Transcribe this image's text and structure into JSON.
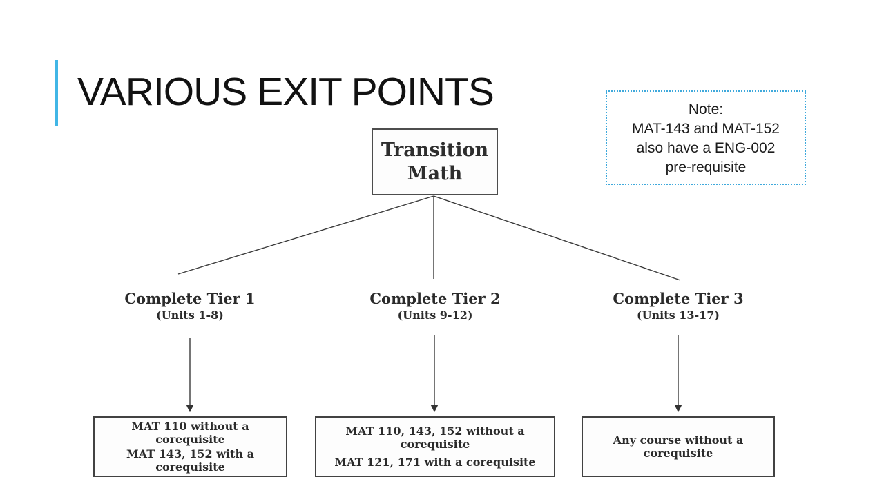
{
  "slide": {
    "title": "VARIOUS EXIT POINTS"
  },
  "note": {
    "lines": [
      "Note:",
      "MAT-143 and MAT-152",
      "also have a ENG-002",
      "pre-requisite"
    ]
  },
  "diagram": {
    "root": {
      "lines": [
        "Transition",
        "Math"
      ]
    },
    "tiers": [
      {
        "title": "Complete Tier 1",
        "units": "(Units 1-8)",
        "outcomes": [
          "MAT 110 without a corequisite",
          "MAT 143, 152 with a corequisite"
        ]
      },
      {
        "title": "Complete Tier 2",
        "units": "(Units 9-12)",
        "outcomes": [
          "MAT 110, 143, 152 without a corequisite",
          "MAT 121, 171 with a corequisite"
        ]
      },
      {
        "title": "Complete Tier 3",
        "units": "(Units 13-17)",
        "outcomes": [
          "Any course without a corequisite"
        ]
      }
    ]
  },
  "colors": {
    "accent_blue": "#41b6e6",
    "note_border_blue": "#3fa9dc",
    "diagram_line": "#3a3a3a",
    "box_border": "#424242",
    "text_dark": "#2b2b2b"
  }
}
